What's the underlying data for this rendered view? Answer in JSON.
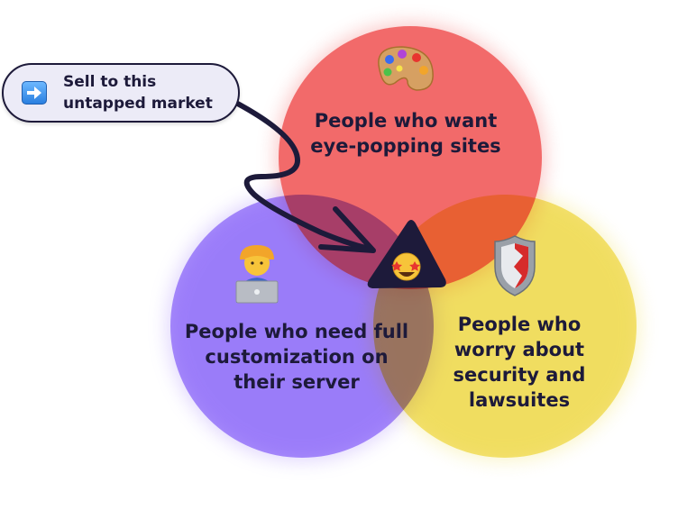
{
  "callout": {
    "text": "Sell to this untapped market",
    "icon": "right-arrow-icon"
  },
  "circles": {
    "red": {
      "label": "People who want eye-popping sites",
      "icon": "artist-palette-icon",
      "color": "#f26a6a"
    },
    "purple": {
      "label": "People who need full customization on their server",
      "icon": "technologist-laptop-icon",
      "color": "#a98bfb"
    },
    "yellow": {
      "label": "People who worry about security and lawsuites",
      "icon": "shield-icon",
      "color": "#f2e36a"
    }
  },
  "center": {
    "icon": "star-struck-face-icon",
    "color": "#1d1a3a"
  }
}
